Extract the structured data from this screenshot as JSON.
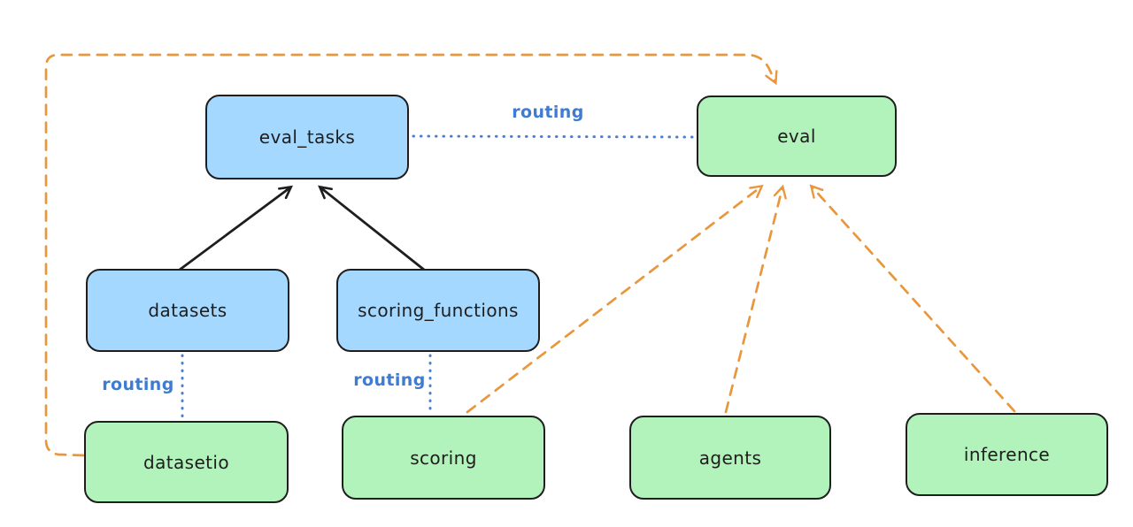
{
  "diagram": {
    "nodes": [
      {
        "id": "eval_tasks",
        "label": "eval_tasks",
        "fill": "#a5d8ff"
      },
      {
        "id": "eval",
        "label": "eval",
        "fill": "#b2f2bb"
      },
      {
        "id": "datasets",
        "label": "datasets",
        "fill": "#a5d8ff"
      },
      {
        "id": "scoring_functions",
        "label": "scoring_functions",
        "fill": "#a5d8ff"
      },
      {
        "id": "datasetio",
        "label": "datasetio",
        "fill": "#b2f2bb"
      },
      {
        "id": "scoring",
        "label": "scoring",
        "fill": "#b2f2bb"
      },
      {
        "id": "agents",
        "label": "agents",
        "fill": "#b2f2bb"
      },
      {
        "id": "inference",
        "label": "inference",
        "fill": "#b2f2bb"
      }
    ],
    "edges": [
      {
        "from": "datasets",
        "to": "eval_tasks",
        "style": "solid",
        "color": "#1e1e1e",
        "arrow": true,
        "label": ""
      },
      {
        "from": "scoring_functions",
        "to": "eval_tasks",
        "style": "solid",
        "color": "#1e1e1e",
        "arrow": true,
        "label": ""
      },
      {
        "from": "eval_tasks",
        "to": "eval",
        "style": "dotted",
        "color": "#4a7fd0",
        "arrow": false,
        "label": "routing"
      },
      {
        "from": "datasets",
        "to": "datasetio",
        "style": "dotted",
        "color": "#4a7fd0",
        "arrow": false,
        "label": "routing"
      },
      {
        "from": "scoring_functions",
        "to": "scoring",
        "style": "dotted",
        "color": "#4a7fd0",
        "arrow": false,
        "label": "routing"
      },
      {
        "from": "datasetio",
        "to": "eval",
        "style": "dashed",
        "color": "#e8973d",
        "arrow": true,
        "label": ""
      },
      {
        "from": "scoring",
        "to": "eval",
        "style": "dashed",
        "color": "#e8973d",
        "arrow": true,
        "label": ""
      },
      {
        "from": "agents",
        "to": "eval",
        "style": "dashed",
        "color": "#e8973d",
        "arrow": true,
        "label": ""
      },
      {
        "from": "inference",
        "to": "eval",
        "style": "dashed",
        "color": "#e8973d",
        "arrow": true,
        "label": ""
      }
    ],
    "colors": {
      "blue_node_fill": "#a5d8ff",
      "green_node_fill": "#b2f2bb",
      "node_stroke": "#1e1e1e",
      "routing_blue": "#3f7bd0",
      "orange_dashed": "#e8973d",
      "background": "#ffffff"
    }
  }
}
